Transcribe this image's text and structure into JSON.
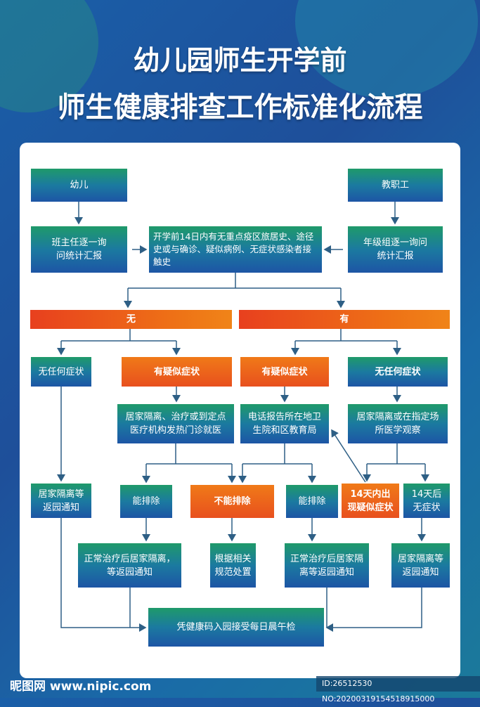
{
  "title": {
    "line1": "幼儿园师生开学前",
    "line2": "师生健康排查工作标准化流程"
  },
  "nodes": {
    "children": "幼儿",
    "staff": "教职工",
    "head_teacher": "班主任逐一询问统计汇报",
    "grade_group": "年级组逐一询问统计汇报",
    "history_check": "开学前14日内有无重点疫区旅居史、途径史或与确诊、疑似病例、无症状感染者接触史",
    "no": "无",
    "yes": "有",
    "no_symptoms_left": "无任何症状",
    "suspected_left": "有疑似症状",
    "suspected_right": "有疑似症状",
    "no_symptoms_right": "无任何症状",
    "home_isolation_treatment": "居家隔离、治疗或到定点医疗机构发热门诊就医",
    "phone_report": "电话报告所在地卫生院和区教育局",
    "home_or_observation": "居家隔离或在指定场所医学观察",
    "home_wait_left": "居家隔离等返园通知",
    "can_exclude_left": "能排除",
    "cannot_exclude": "不能排除",
    "can_exclude_right": "能排除",
    "symptoms_within_14": "14天内出现疑似症状",
    "after_14_no_symptoms": "14天后无症状",
    "treat_then_home_left": "正常治疗后居家隔离，等返园通知",
    "handle_per_rules": "根据相关规范处置",
    "treat_then_home_right": "正常治疗后居家隔离等返园通知",
    "home_wait_right": "居家隔离等返园通知",
    "final": "凭健康码入园接受每日晨午检"
  },
  "footer": {
    "site": "昵图网 www.nipic.com",
    "id": "ID:26512530 NO:20200319154518915000"
  },
  "colors": {
    "green_blue_top": "#1f9a6a",
    "green_blue_bottom": "#1d55a5",
    "orange": "#e8401e",
    "line": "#2e5f85"
  }
}
